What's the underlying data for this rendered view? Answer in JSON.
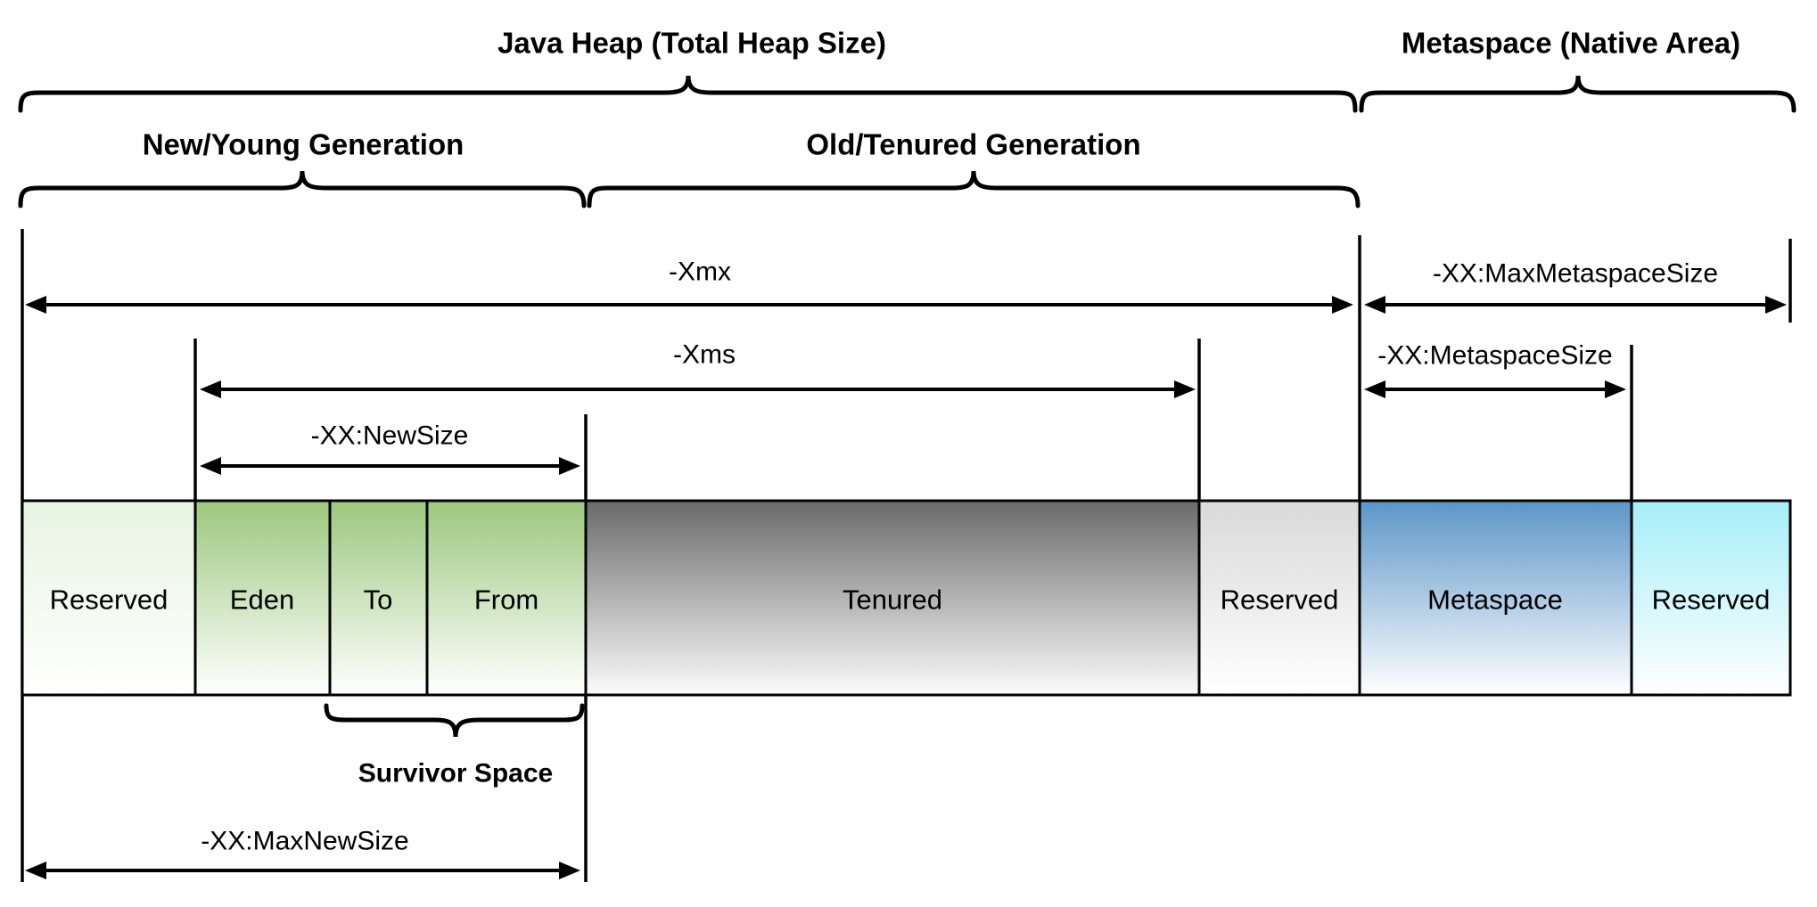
{
  "diagram": {
    "title_java_heap": "Java Heap (Total Heap Size)",
    "title_metaspace": "Metaspace (Native Area)",
    "section_young": "New/Young Generation",
    "section_old": "Old/Tenured Generation",
    "label_survivor": "Survivor Space",
    "jvm_flags": {
      "xmx": "-Xmx",
      "xms": "-Xms",
      "new_size": "-XX:NewSize",
      "max_new_size": "-XX:MaxNewSize",
      "max_metaspace_size": "-XX:MaxMetaspaceSize",
      "metaspace_size": "-XX:MetaspaceSize"
    },
    "blocks": [
      {
        "label": "Reserved",
        "area": "heap-reserved-left",
        "color_top": "#e7f4e1",
        "color_bottom": "#ffffff",
        "text_color": "#000000"
      },
      {
        "label": "Eden",
        "area": "young-eden",
        "color_top": "#9cc87e",
        "color_bottom": "#ffffff",
        "text_color": "#000000"
      },
      {
        "label": "To",
        "area": "young-to",
        "color_top": "#9cc87e",
        "color_bottom": "#ffffff",
        "text_color": "#000000"
      },
      {
        "label": "From",
        "area": "young-from",
        "color_top": "#9cc87e",
        "color_bottom": "#ffffff",
        "text_color": "#000000"
      },
      {
        "label": "Tenured",
        "area": "old-tenured",
        "color_top": "#6a6a6a",
        "color_bottom": "#fbfbfb",
        "text_color": "#000000"
      },
      {
        "label": "Reserved",
        "area": "heap-reserved-right",
        "color_top": "#d9d9d9",
        "color_bottom": "#ffffff",
        "text_color": "#3c3c3c"
      },
      {
        "label": "Metaspace",
        "area": "metaspace",
        "color_top": "#5b95c8",
        "color_bottom": "#ffffff",
        "text_color": "#000000"
      },
      {
        "label": "Reserved",
        "area": "metaspace-reserved",
        "color_top": "#a6eef8",
        "color_bottom": "#ffffff",
        "text_color": "#000000"
      }
    ],
    "colors": {
      "line": "#000000",
      "background": "#ffffff"
    }
  }
}
